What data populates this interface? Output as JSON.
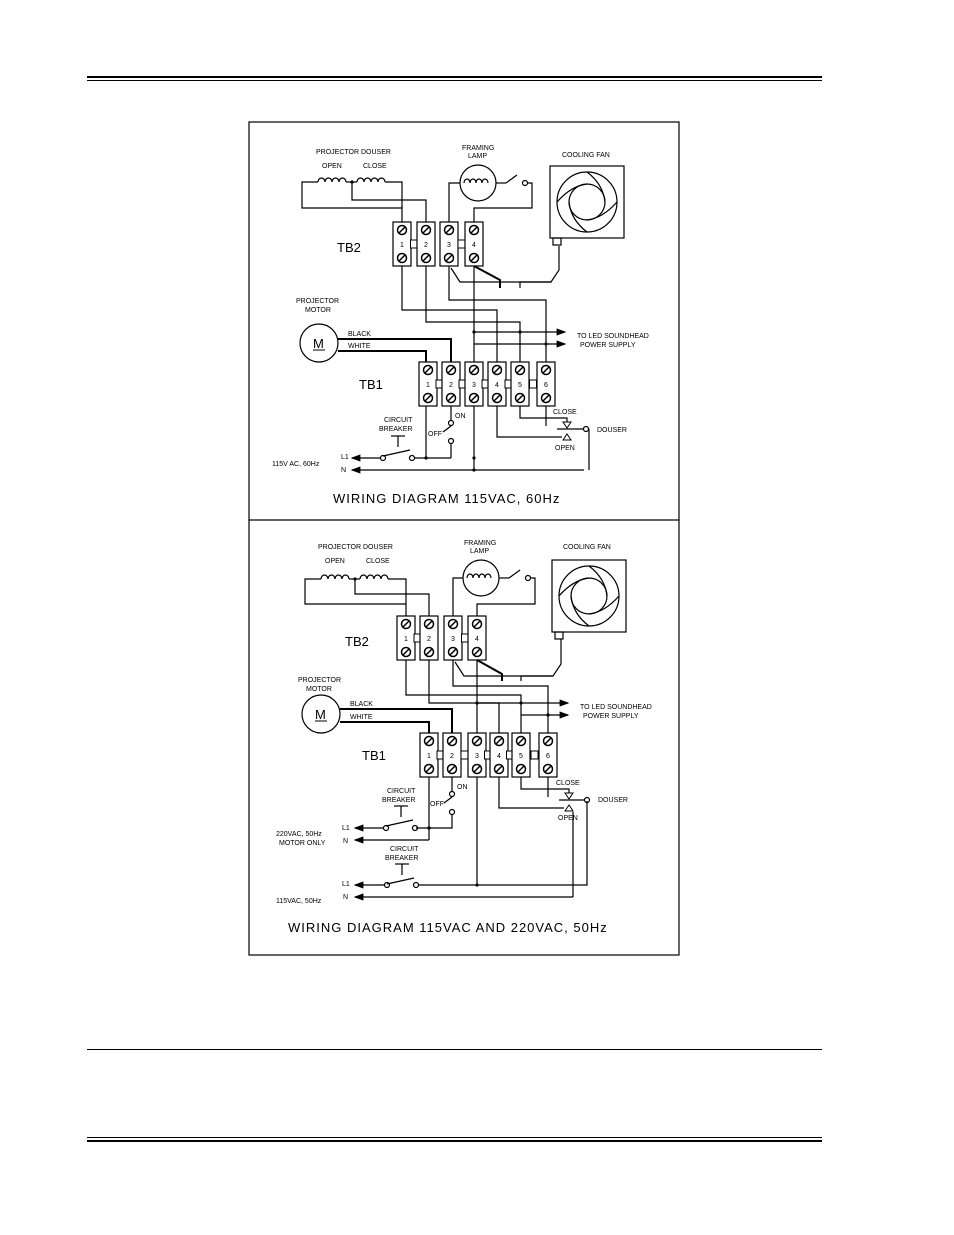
{
  "header": {
    "rule": "double"
  },
  "footer": {
    "rule": "single-and-double"
  },
  "diagram_60hz": {
    "douser_label": "PROJECTOR DOUSER",
    "open_label": "OPEN",
    "close_label": "CLOSE",
    "framing_lamp_label_1": "FRAMING",
    "framing_lamp_label_2": "LAMP",
    "cooling_fan_label": "COOLING FAN",
    "tb2_label": "TB2",
    "tb2_terms": [
      "1",
      "2",
      "3",
      "4"
    ],
    "motor_label_1": "PROJECTOR",
    "motor_label_2": "MOTOR",
    "motor_symbol": "M",
    "black_label": "BLACK",
    "white_label": "WHITE",
    "soundhead_label_1": "TO LED SOUNDHEAD",
    "soundhead_label_2": "POWER SUPPLY",
    "tb1_label": "TB1",
    "tb1_terms": [
      "1",
      "2",
      "3",
      "4",
      "5",
      "6"
    ],
    "breaker_label_1": "CIRCUIT",
    "breaker_label_2": "BREAKER",
    "on_label": "ON",
    "off_label": "OFF",
    "douser_switch_label": "DOUSER",
    "sw_close_label": "CLOSE",
    "sw_open_label": "OPEN",
    "l1_label": "L1",
    "n_label": "N",
    "supply_label": "115V AC, 60Hz",
    "caption": "WIRING DIAGRAM 115VAC, 60Hz"
  },
  "diagram_50hz": {
    "douser_label": "PROJECTOR DOUSER",
    "open_label": "OPEN",
    "close_label": "CLOSE",
    "framing_lamp_label_1": "FRAMING",
    "framing_lamp_label_2": "LAMP",
    "cooling_fan_label": "COOLING FAN",
    "tb2_label": "TB2",
    "tb2_terms": [
      "1",
      "2",
      "3",
      "4"
    ],
    "motor_label_1": "PROJECTOR",
    "motor_label_2": "MOTOR",
    "motor_symbol": "M",
    "black_label": "BLACK",
    "white_label": "WHITE",
    "soundhead_label_1": "TO LED SOUNDHEAD",
    "soundhead_label_2": "POWER SUPPLY",
    "tb1_label": "TB1",
    "tb1_terms": [
      "1",
      "2",
      "3",
      "4",
      "5",
      "6"
    ],
    "breaker_label_1": "CIRCUIT",
    "breaker_label_2": "BREAKER",
    "on_label": "ON",
    "off_label": "OFF",
    "douser_switch_label": "DOUSER",
    "sw_close_label": "CLOSE",
    "sw_open_label": "OPEN",
    "l1_label": "L1",
    "n_label": "N",
    "supply_220_label_1": "220VAC, 50Hz",
    "supply_220_label_2": "MOTOR ONLY",
    "supply_115_label": "115VAC, 50Hz",
    "caption": "WIRING DIAGRAM 115VAC AND 220VAC, 50Hz"
  }
}
